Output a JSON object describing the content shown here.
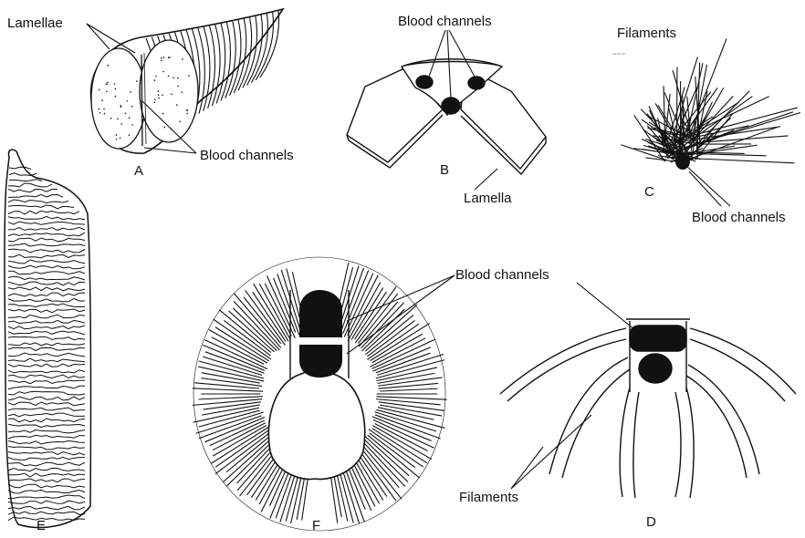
{
  "labels": {
    "a_lamellae": "Lamellae",
    "a_blood_channels": "Blood channels",
    "b_blood_channels": "Blood channels",
    "b_lamella": "Lamella",
    "c_filaments": "Filaments",
    "c_blood_channels": "Blood channels",
    "f_blood_channels": "Blood channels",
    "d_filaments": "Filaments"
  },
  "panel_letters": {
    "a": "A",
    "b": "B",
    "c": "C",
    "d": "D",
    "e": "E",
    "f": "F"
  },
  "colors": {
    "ink": "#111111",
    "background": "#ffffff"
  }
}
